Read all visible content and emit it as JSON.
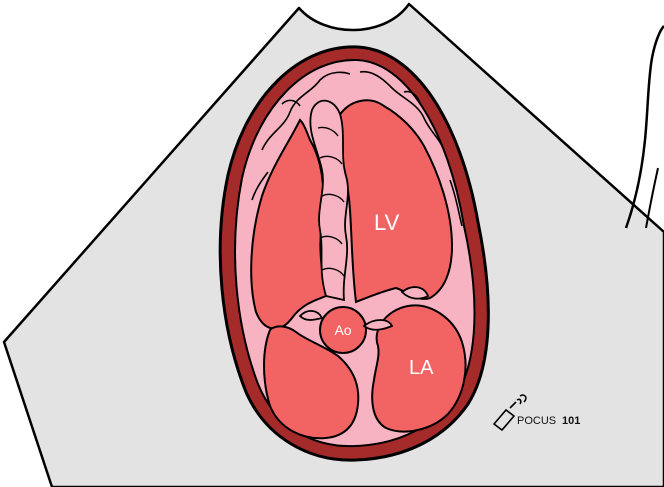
{
  "labels": {
    "lv": "LV",
    "ao": "Ao",
    "la": "LA"
  },
  "watermark": {
    "brand": "POCUS",
    "number": "101",
    "icon": "ultrasound-probe-icon"
  },
  "colors": {
    "sector": "#e3e3e3",
    "pericardium": "#a52a2a",
    "myocardium": "#f7b3c2",
    "chamber": "#f26464",
    "outline": "#000000"
  }
}
